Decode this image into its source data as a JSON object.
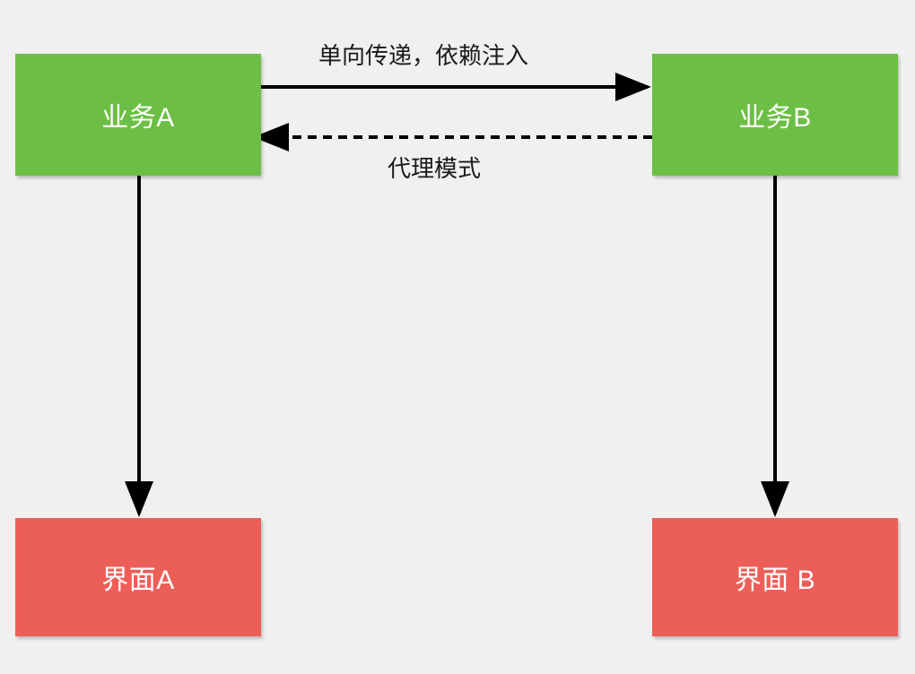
{
  "diagram": {
    "background_color": "#f0f0f0",
    "nodes": [
      {
        "id": "business-a",
        "label": "业务A",
        "color": "#6cbe45",
        "role": "business-layer"
      },
      {
        "id": "business-b",
        "label": "业务B",
        "color": "#6cbe45",
        "role": "business-layer"
      },
      {
        "id": "ui-a",
        "label": "界面A",
        "color": "#ec5f59",
        "role": "ui-layer"
      },
      {
        "id": "ui-b",
        "label": "界面 B",
        "color": "#ec5f59",
        "role": "ui-layer"
      }
    ],
    "edges": [
      {
        "id": "a-to-b",
        "label": "单向传递，依赖注入",
        "style": "solid",
        "from": "business-a",
        "to": "business-b",
        "color": "#000000"
      },
      {
        "id": "b-to-a",
        "label": "代理模式",
        "style": "dashed",
        "from": "business-b",
        "to": "business-a",
        "color": "#000000"
      },
      {
        "id": "a-to-ui-a",
        "label": "",
        "style": "solid",
        "from": "business-a",
        "to": "ui-a",
        "color": "#000000"
      },
      {
        "id": "b-to-ui-b",
        "label": "",
        "style": "solid",
        "from": "business-b",
        "to": "ui-b",
        "color": "#000000"
      }
    ]
  }
}
